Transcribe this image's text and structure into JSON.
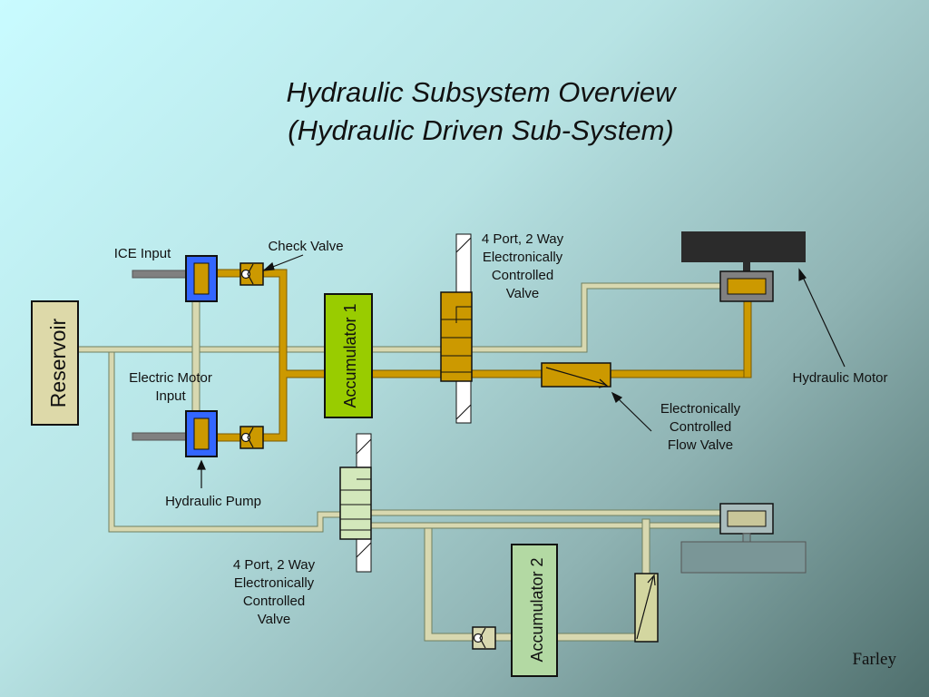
{
  "title_line1": "Hydraulic Subsystem Overview",
  "title_line2": "(Hydraulic Driven Sub-System)",
  "components": {
    "reservoir": "Reservoir",
    "accumulator1": "Accumulator 1",
    "accumulator2": "Accumulator 2"
  },
  "labels": {
    "ice_input": "ICE Input",
    "check_valve": "Check Valve",
    "valve_top": [
      "4 Port, 2 Way",
      "Electronically",
      "Controlled",
      "Valve"
    ],
    "electric_motor_input": [
      "Electric Motor",
      "Input"
    ],
    "hydraulic_motor": "Hydraulic Motor",
    "flow_valve": [
      "Electronically",
      "Controlled",
      "Flow Valve"
    ],
    "hydraulic_pump": "Hydraulic Pump",
    "valve_bottom": [
      "4 Port, 2 Way",
      "Electronically",
      "Controlled",
      "Valve"
    ]
  },
  "author": "Farley",
  "colors": {
    "pressure_line": "#cc9900",
    "return_line": "#d8d8b0",
    "pump_body": "#3366ff",
    "accumulator1_fill": "#99cc00",
    "accumulator2_fill": "#b3d9a3",
    "reservoir_fill": "#ddd9a9",
    "motor_block": "#2b2b2b",
    "load_block": "#7a9697"
  }
}
